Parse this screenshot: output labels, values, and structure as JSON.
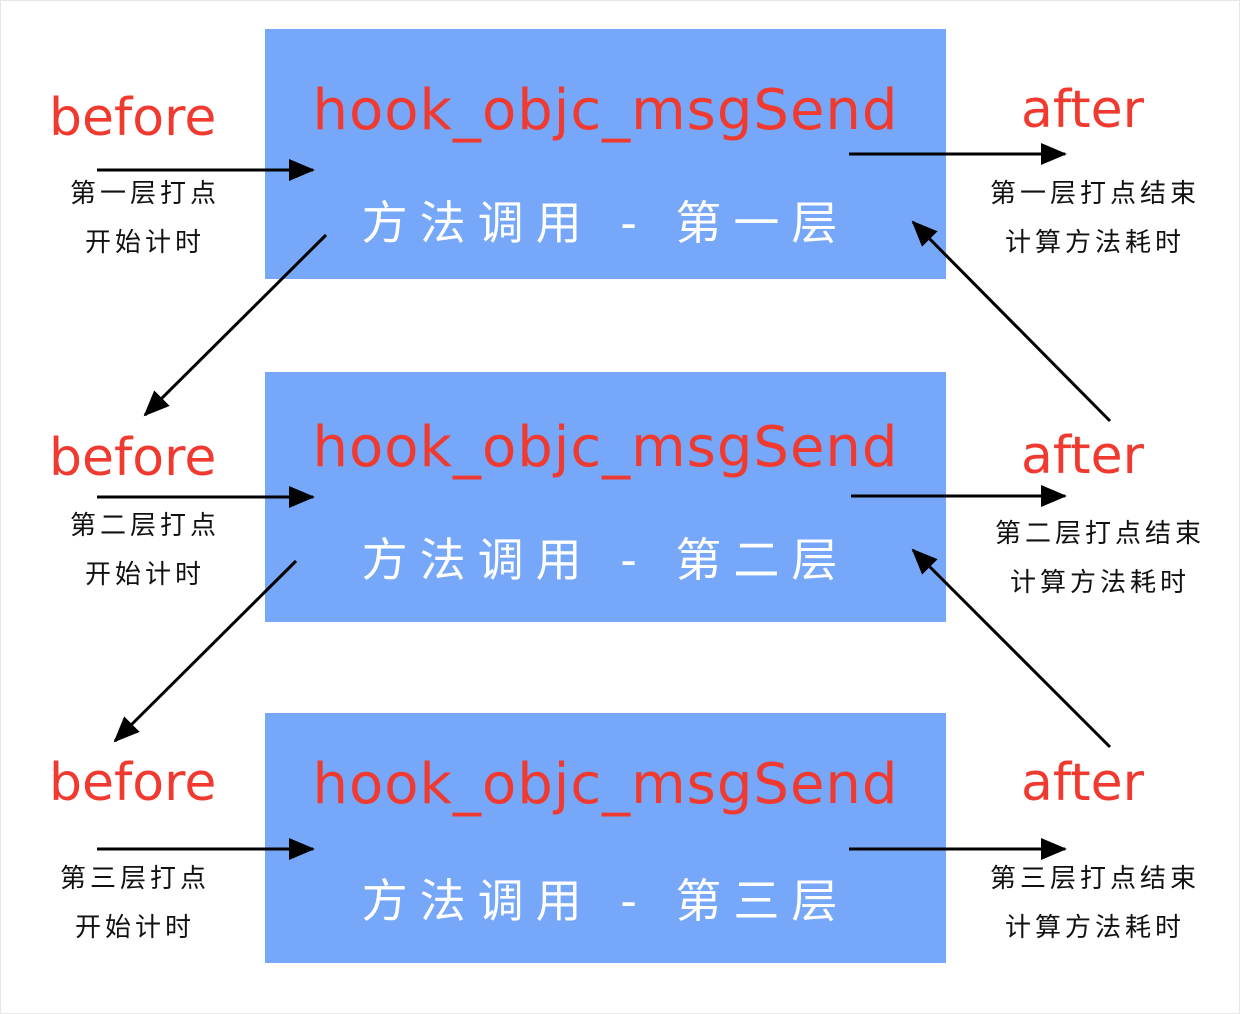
{
  "layers": [
    {
      "box_title": "hook_objc_msgSend",
      "box_subtitle": "方法调用 - 第一层",
      "before_label": "before",
      "before_note": [
        "第一层打点",
        "开始计时"
      ],
      "after_label": "after",
      "after_note": [
        "第一层打点结束",
        "计算方法耗时"
      ]
    },
    {
      "box_title": "hook_objc_msgSend",
      "box_subtitle": "方法调用 - 第二层",
      "before_label": "before",
      "before_note": [
        "第二层打点",
        "开始计时"
      ],
      "after_label": "after",
      "after_note": [
        "第二层打点结束",
        "计算方法耗时"
      ]
    },
    {
      "box_title": "hook_objc_msgSend",
      "box_subtitle": "方法调用 - 第三层",
      "before_label": "before",
      "before_note": [
        "第三层打点",
        "开始计时"
      ],
      "after_label": "after",
      "after_note": [
        "第三层打点结束",
        "计算方法耗时"
      ]
    }
  ],
  "colors": {
    "box_fill": "#76a7f8",
    "title_text": "#f03a2f",
    "label_text": "#f03a2f",
    "subtitle_text": "#ffffff",
    "arrow": "#000000"
  }
}
